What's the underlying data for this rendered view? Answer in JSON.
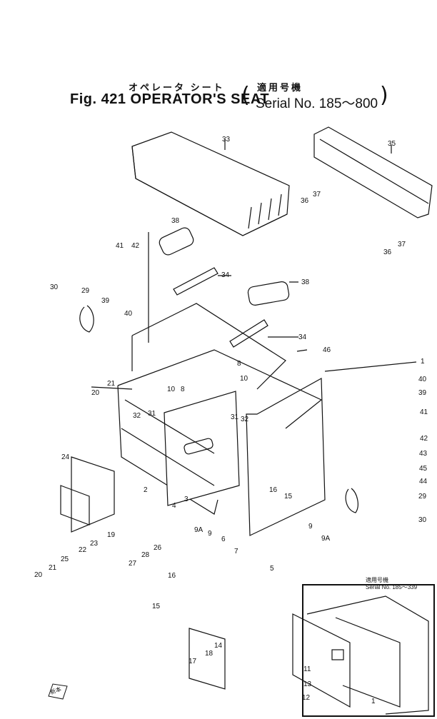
{
  "title": {
    "japanese": "オペレータ シート",
    "applicability_japanese": "適用号機",
    "figure": "Fig. 421 OPERATOR'S SEAT",
    "serial_range": "Serial No. 185～800"
  },
  "inset": {
    "applicability_japanese": "適用号機",
    "serial_range": "Serial No. 185～339"
  },
  "stamp_text": "新本",
  "part_numbers": [
    "1",
    "2",
    "3",
    "4",
    "5",
    "6",
    "7",
    "8",
    "9",
    "9A",
    "10",
    "11",
    "12",
    "13",
    "14",
    "15",
    "16",
    "17",
    "18",
    "19",
    "20",
    "21",
    "22",
    "23",
    "24",
    "25",
    "26",
    "27",
    "28",
    "29",
    "30",
    "31",
    "32",
    "33",
    "34",
    "35",
    "36",
    "37",
    "38",
    "39",
    "40",
    "41",
    "42",
    "43",
    "44",
    "45",
    "46"
  ]
}
